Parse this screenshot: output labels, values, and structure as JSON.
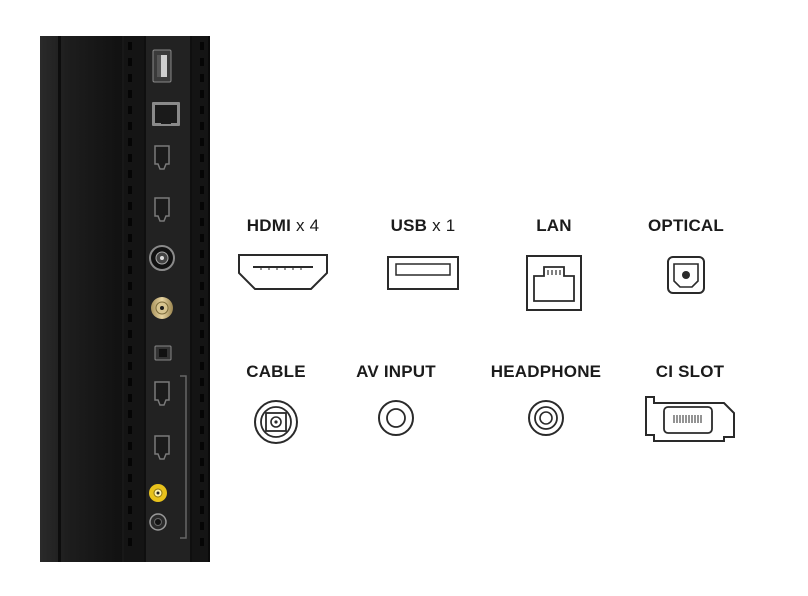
{
  "ports": [
    {
      "id": "hdmi",
      "name": "HDMI",
      "multiplier": "x 4",
      "icon": "hdmi-port-icon"
    },
    {
      "id": "usb",
      "name": "USB",
      "multiplier": "x 1",
      "icon": "usb-port-icon"
    },
    {
      "id": "lan",
      "name": "LAN",
      "multiplier": "",
      "icon": "lan-port-icon"
    },
    {
      "id": "optical",
      "name": "OPTICAL",
      "multiplier": "",
      "icon": "optical-port-icon"
    },
    {
      "id": "cable",
      "name": "CABLE",
      "multiplier": "",
      "icon": "cable-port-icon"
    },
    {
      "id": "av-input",
      "name": "AV INPUT",
      "multiplier": "",
      "icon": "av-input-port-icon"
    },
    {
      "id": "headphone",
      "name": "HEADPHONE",
      "multiplier": "",
      "icon": "headphone-port-icon"
    },
    {
      "id": "ci-slot",
      "name": "CI SLOT",
      "multiplier": "",
      "icon": "ci-slot-icon"
    }
  ],
  "colors": {
    "label": "#1b1b1b",
    "icon_stroke": "#2a2a2a",
    "panel_dark": "#151515",
    "panel_mid": "#232323",
    "connector_gold": "#c9b07a",
    "connector_yellow": "#e8c21c"
  }
}
